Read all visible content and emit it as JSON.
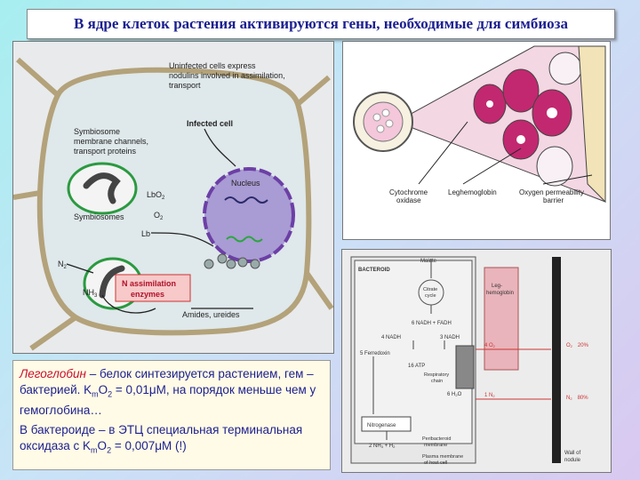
{
  "title": "В ядре клеток растения активируются гены, необходимые для симбиоза",
  "cell_diagram": {
    "uninfected_note": [
      "Uninfected cells express",
      "nodulins involved in assimilation,",
      "transport"
    ],
    "infected_cell": "Infected cell",
    "symbiosome_channels": [
      "Symbiosome",
      "membrane channels,",
      "transport proteins"
    ],
    "nucleus": "Nucleus",
    "lbo2": "LbO",
    "lbo2_sub": "2",
    "o2": "O",
    "o2_sub": "2",
    "lb": "Lb",
    "symbiosomes": "Symbiosomes",
    "n2": "N",
    "n2_sub": "2",
    "nh3": "NH",
    "nh3_sub": "3",
    "n_assim": [
      "N assimilation",
      "enzymes"
    ],
    "amides": "Amides, ureides"
  },
  "nodule_diagram": {
    "label_cyto": [
      "Cytochrome",
      "oxidase"
    ],
    "label_leg": "Leghemoglobin",
    "label_barrier": [
      "Oxygen permeability",
      "barrier"
    ]
  },
  "bacteroid_diagram": {
    "malate": "Malate",
    "bacteroid": "BACTEROID",
    "citrate": [
      "Citrate",
      "cycle"
    ],
    "nadh_fadh": "6 NADH + FADH",
    "nadh4": "4 NADH",
    "nadh3": "3 NADH",
    "ferredoxin": "5 Ferredoxin",
    "atp": "16 ATP",
    "resp": [
      "Respiratory",
      "chain"
    ],
    "h2o": "6 H",
    "h2o_tail": "O",
    "nitrogenase": "Nitrogenase",
    "nh3h2": "2 NH",
    "nh3h2_tail": " + H",
    "peri": [
      "Peribacteroid",
      "membrane"
    ],
    "plasma": [
      "Plasma membrane",
      "of host cell"
    ],
    "leg_box": [
      "Leg-",
      "hemoglobin"
    ],
    "o2_4": "4 O",
    "n2_1": "1 N",
    "o2_pct": "O",
    "o2_value": "20%",
    "n2_pct": "N",
    "n2_value": "80%",
    "wall": [
      "Wall of",
      "nodule"
    ]
  },
  "text_block": {
    "p1_red": "Легоглобин",
    "p1_rest": " – белок синтезируется растением, гем – бактерией.  K",
    "p1_sub": "m",
    "p1_tail": "O",
    "p1_sub2": "2",
    "p1_end": " = 0,01μM, на порядок меньше чем у гемоглобина…",
    "p2_start": "В бактероиде – в ЭТЦ  специальная терминальная оксидаза с K",
    "p2_sub": "m",
    "p2_mid": "O",
    "p2_sub2": "2",
    "p2_end": " = 0,007μM (!)"
  }
}
